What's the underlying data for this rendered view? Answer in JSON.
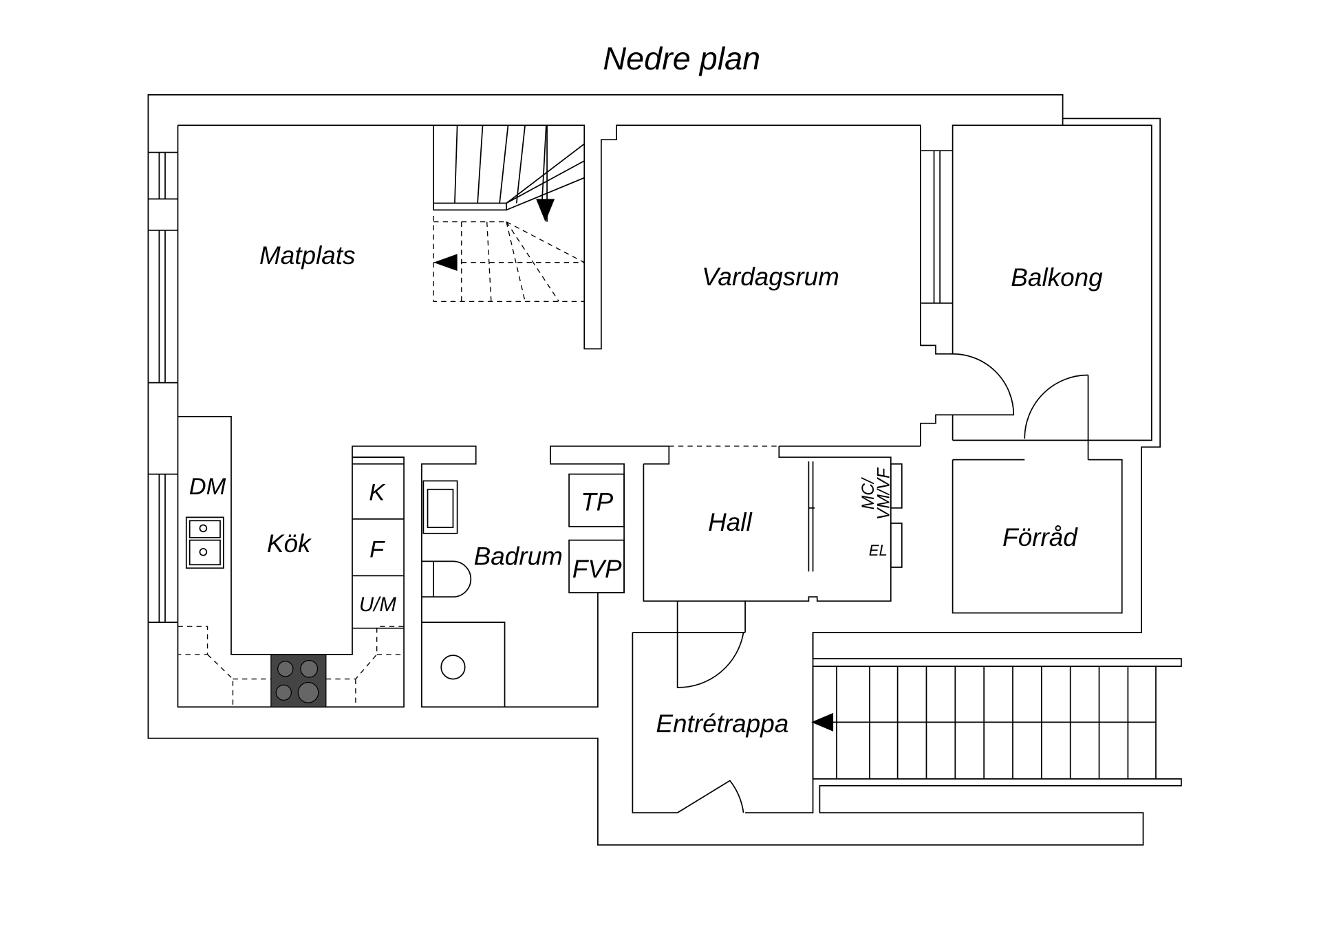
{
  "title": "Nedre plan",
  "rooms": {
    "matplats": "Matplats",
    "vardagsrum": "Vardagsrum",
    "balkong": "Balkong",
    "kok": "Kök",
    "badrum": "Badrum",
    "hall": "Hall",
    "forrad": "Förråd",
    "entretrappa": "Entrétrappa"
  },
  "fixtures": {
    "dm": "DM",
    "k": "K",
    "f": "F",
    "um": "U/M",
    "tp": "TP",
    "fvp": "FVP",
    "mc1": "MC/",
    "mc2": "VM/VF",
    "el": "EL"
  }
}
